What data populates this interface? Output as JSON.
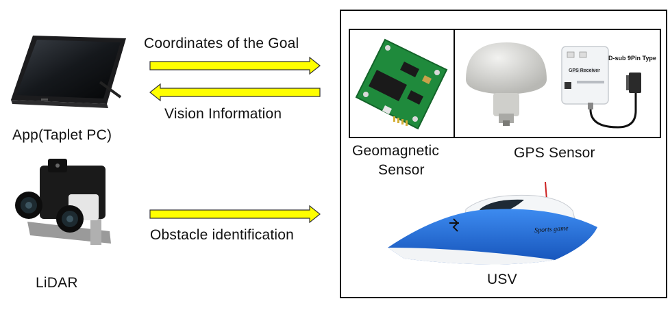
{
  "arrows": {
    "goal_label": "Coordinates of the Goal",
    "vision_label": "Vision Information",
    "obstacle_label": "Obstacle identification"
  },
  "devices": {
    "tablet_label": "App(Taplet PC)",
    "lidar_label": "LiDAR"
  },
  "usv_box": {
    "geomagnetic_line1": "Geomagnetic",
    "geomagnetic_line2": "Sensor",
    "gps_label": "GPS Sensor",
    "usv_label": "USV",
    "gps_receiver_text": "GPS Receiver",
    "dsub_text": "D-sub 9Pin Type",
    "boat_text": "Sports game"
  },
  "colors": {
    "arrow_fill": "#ffff00",
    "arrow_stroke": "#333333",
    "boat_blue": "#1e6fd9"
  }
}
